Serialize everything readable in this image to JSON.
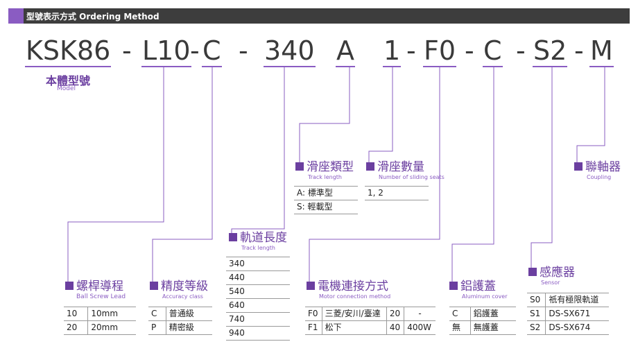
{
  "header": {
    "title": "型號表示方式 Ordering Method"
  },
  "code_parts": [
    {
      "text": "KSK86"
    },
    {
      "sep": "-"
    },
    {
      "text": "L10"
    },
    {
      "sep": "-"
    },
    {
      "text": "C"
    },
    {
      "sep": "-"
    },
    {
      "text": "340"
    },
    {
      "text": "A"
    },
    {
      "text": "1"
    },
    {
      "sep": "-"
    },
    {
      "text": "F0"
    },
    {
      "sep": "-"
    },
    {
      "text": "C"
    },
    {
      "sep": "-"
    },
    {
      "text": "S2"
    },
    {
      "sep": "-"
    },
    {
      "text": "M"
    }
  ],
  "model": {
    "zh": "本體型號",
    "en": "Model"
  },
  "slide_type": {
    "zh": "滑座類型",
    "en": "Track length",
    "rows": [
      [
        "A: 標準型"
      ],
      [
        "S: 輕載型"
      ]
    ]
  },
  "slide_count": {
    "zh": "滑座數量",
    "en": "Number of sliding seats",
    "rows": [
      [
        "1, 2"
      ]
    ]
  },
  "coupling": {
    "zh": "聯軸器",
    "en": "Coupling"
  },
  "track_length": {
    "zh": "軌道長度",
    "en": "Track length",
    "rows": [
      [
        "340"
      ],
      [
        "440"
      ],
      [
        "540"
      ],
      [
        "640"
      ],
      [
        "740"
      ],
      [
        "940"
      ]
    ]
  },
  "lead": {
    "zh": "螺桿導程",
    "en": "Ball Screw Lead",
    "rows": [
      [
        "10",
        "10mm"
      ],
      [
        "20",
        "20mm"
      ]
    ]
  },
  "accuracy": {
    "zh": "精度等級",
    "en": "Accuracy class",
    "rows": [
      [
        "C",
        "普通級"
      ],
      [
        "P",
        "精密級"
      ]
    ]
  },
  "motor": {
    "zh": "電機連接方式",
    "en": "Motor connection method",
    "rows": [
      [
        "F0",
        "三菱/安川/臺達",
        "20",
        "-"
      ],
      [
        "F1",
        "松下",
        "40",
        "400W"
      ]
    ]
  },
  "cover": {
    "zh": "鋁護蓋",
    "en": "Aluminum cover",
    "rows": [
      [
        "C",
        "鋁護蓋"
      ],
      [
        "無",
        "無護蓋"
      ]
    ]
  },
  "sensor": {
    "zh": "感應器",
    "en": "Sensor",
    "rows": [
      [
        "S0",
        "祇有極限軌道"
      ],
      [
        "S1",
        "DS-SX671"
      ],
      [
        "S2",
        "DS-SX674"
      ]
    ]
  },
  "colors": {
    "accent": "#6b3fa0",
    "header_bg": "#3d3d3d",
    "header_square": "#8a5cc2"
  }
}
